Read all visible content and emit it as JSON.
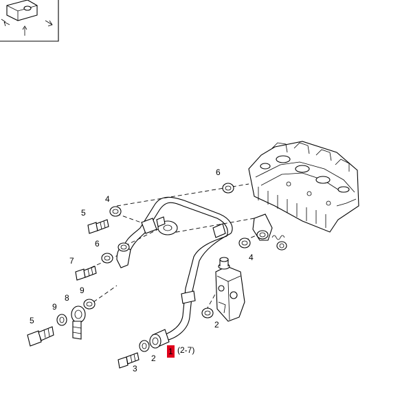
{
  "diagram": {
    "highlight_color": "#e0001b",
    "callouts": [
      {
        "id": "c6a",
        "text": "6"
      },
      {
        "id": "c4a",
        "text": "4"
      },
      {
        "id": "c5a",
        "text": "5"
      },
      {
        "id": "c6b",
        "text": "6"
      },
      {
        "id": "c7",
        "text": "7"
      },
      {
        "id": "c9a",
        "text": "9"
      },
      {
        "id": "c9b",
        "text": "9"
      },
      {
        "id": "c8",
        "text": "8"
      },
      {
        "id": "c5b",
        "text": "5"
      },
      {
        "id": "c4b",
        "text": "4"
      },
      {
        "id": "c2a",
        "text": "2"
      },
      {
        "id": "c2b",
        "text": "2"
      },
      {
        "id": "c3",
        "text": "3"
      },
      {
        "id": "c1",
        "text": "1"
      }
    ],
    "reference": "(2-7)"
  }
}
